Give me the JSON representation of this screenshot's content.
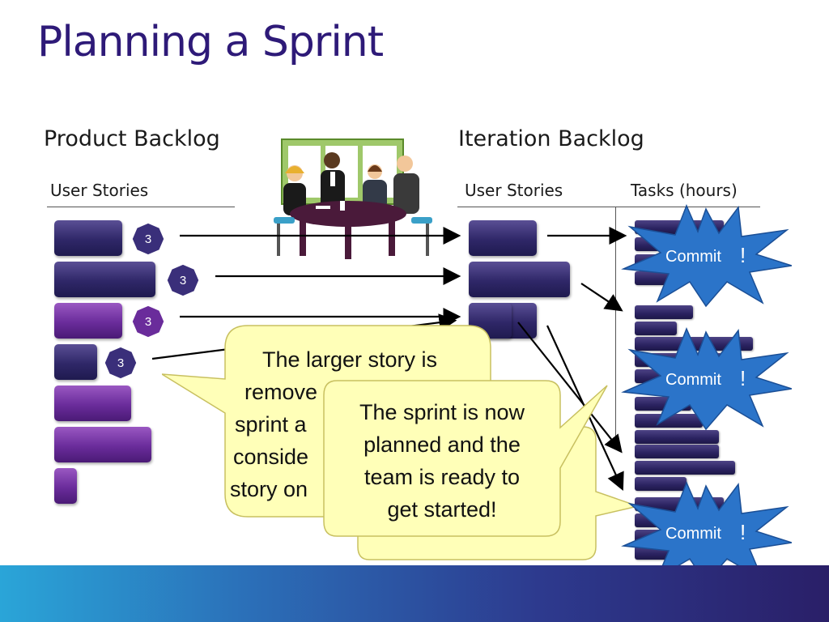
{
  "slide": {
    "title": "Planning a Sprint",
    "product_backlog_heading": "Product Backlog",
    "iteration_backlog_heading": "Iteration Backlog",
    "pb_user_stories_label": "User Stories",
    "ib_user_stories_label": "User Stories",
    "tasks_label": "Tasks (hours)",
    "badges": [
      "3",
      "3",
      "3",
      "3"
    ],
    "callout_1_lines": [
      "The larger story is",
      "remove",
      "sprint a",
      "conside",
      "story on"
    ],
    "callout_2_lines": [
      "The sprint is now",
      "planned and the",
      "team is ready to",
      "get started!"
    ],
    "commit_word": "Commit",
    "commit_bang": "!"
  },
  "colors": {
    "title": "#2e1a78",
    "story_navy": "#2f2768",
    "story_purple": "#6a2c9b",
    "callout_fill": "#ffffb8",
    "starburst": "#2b74c9",
    "footer_start": "#2aa5d8",
    "footer_end": "#2a1f68"
  },
  "icons": {
    "meeting": "team-meeting-clipart",
    "badge": "octagon-badge",
    "commit": "starburst"
  }
}
